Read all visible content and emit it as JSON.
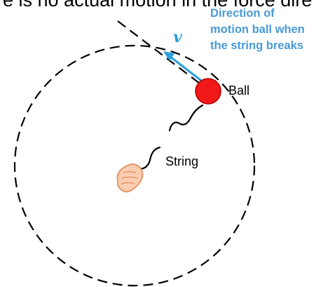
{
  "header_text": "e is no actual motion in the force dire",
  "annotation": {
    "lines": [
      "Direction of",
      "motion ball when",
      "the string breaks"
    ]
  },
  "velocity_label": "v",
  "labels": {
    "ball": "Ball",
    "string": "String"
  },
  "colors": {
    "annotation": "#4a9ad8",
    "arrow": "#2aa0dc",
    "ball": "#f01818",
    "hand_fill": "#f9cdb0",
    "hand_stroke": "#e8956a",
    "path": "#000000"
  },
  "icons": {
    "ball": "red-ball-icon",
    "hand": "hand-icon"
  }
}
